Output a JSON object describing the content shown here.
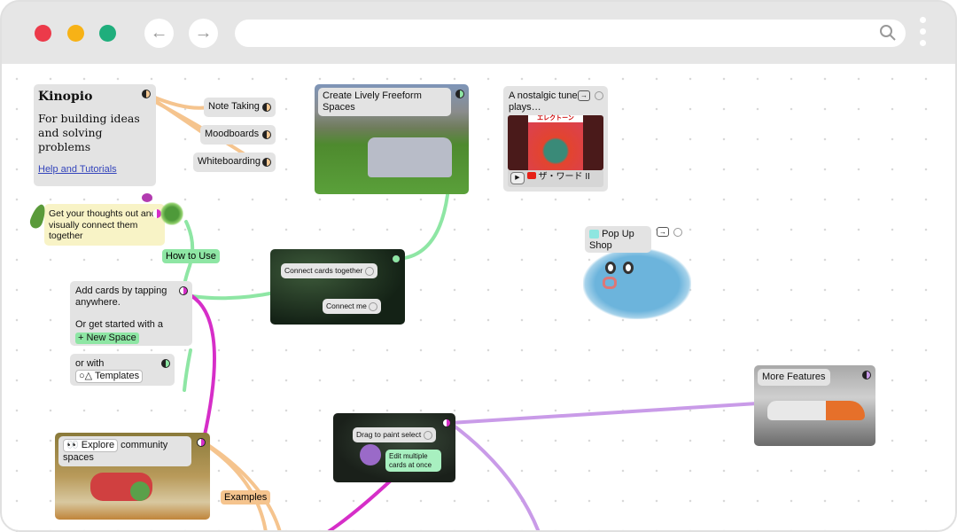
{
  "browser": {
    "back": "←",
    "forward": "→"
  },
  "cards": {
    "kinopio": {
      "title": "Kinopio",
      "tagline": "For building ideas and solving problems",
      "link": "Help and Tutorials"
    },
    "note_taking": "Note Taking",
    "moodboards": "Moodboards",
    "whiteboarding": "Whiteboarding",
    "thoughts": "Get your thoughts out and visually connect them together",
    "how_to_use": "How to Use",
    "add_cards": "Add cards by tapping anywhere.",
    "get_started": "Or get started with a",
    "new_space": "+ New Space",
    "or_with": "or with",
    "templates": "○△ Templates",
    "connect_together": "Connect cards together",
    "connect_me": "Connect me",
    "lively": "Create Lively Freeform Spaces",
    "nostalgic": "A nostalgic tune plays…",
    "video_title": "ザ・ワード II",
    "album_text": "エレクトーン",
    "popup": "Pop Up Shop",
    "more_features": "More Features",
    "drag_paint": "Drag to paint select",
    "edit_multiple": "Edit multiple cards at once",
    "explore": "Explore",
    "explore_rest": "community spaces",
    "explore_icon": "👀",
    "examples": "Examples"
  },
  "colors": {
    "green": "#8ee6a4",
    "magenta": "#d62ec8",
    "orange": "#f5c48e",
    "lilac": "#c99be8"
  }
}
